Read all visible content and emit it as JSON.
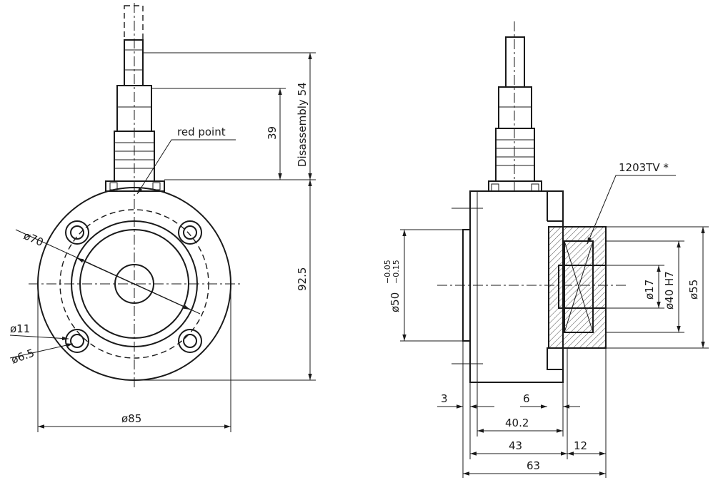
{
  "front_view": {
    "labels": {
      "red_point": "red point",
      "d70": "ø70",
      "d11": "ø11",
      "d6_5": "ø6.5",
      "d85": "ø85",
      "h92_5": "92.5",
      "h39": "39",
      "disassembly": "Disassembly 54"
    }
  },
  "side_view": {
    "labels": {
      "bearing": "1203TV *",
      "d50": "ø50",
      "tol_upper": "−0.05",
      "tol_lower": "−0.15",
      "d17": "ø17",
      "d40": "ø40 H7",
      "d55": "ø55",
      "w3": "3",
      "w6": "6",
      "w40_2": "40.2",
      "w43": "43",
      "w12": "12",
      "w63": "63"
    }
  }
}
